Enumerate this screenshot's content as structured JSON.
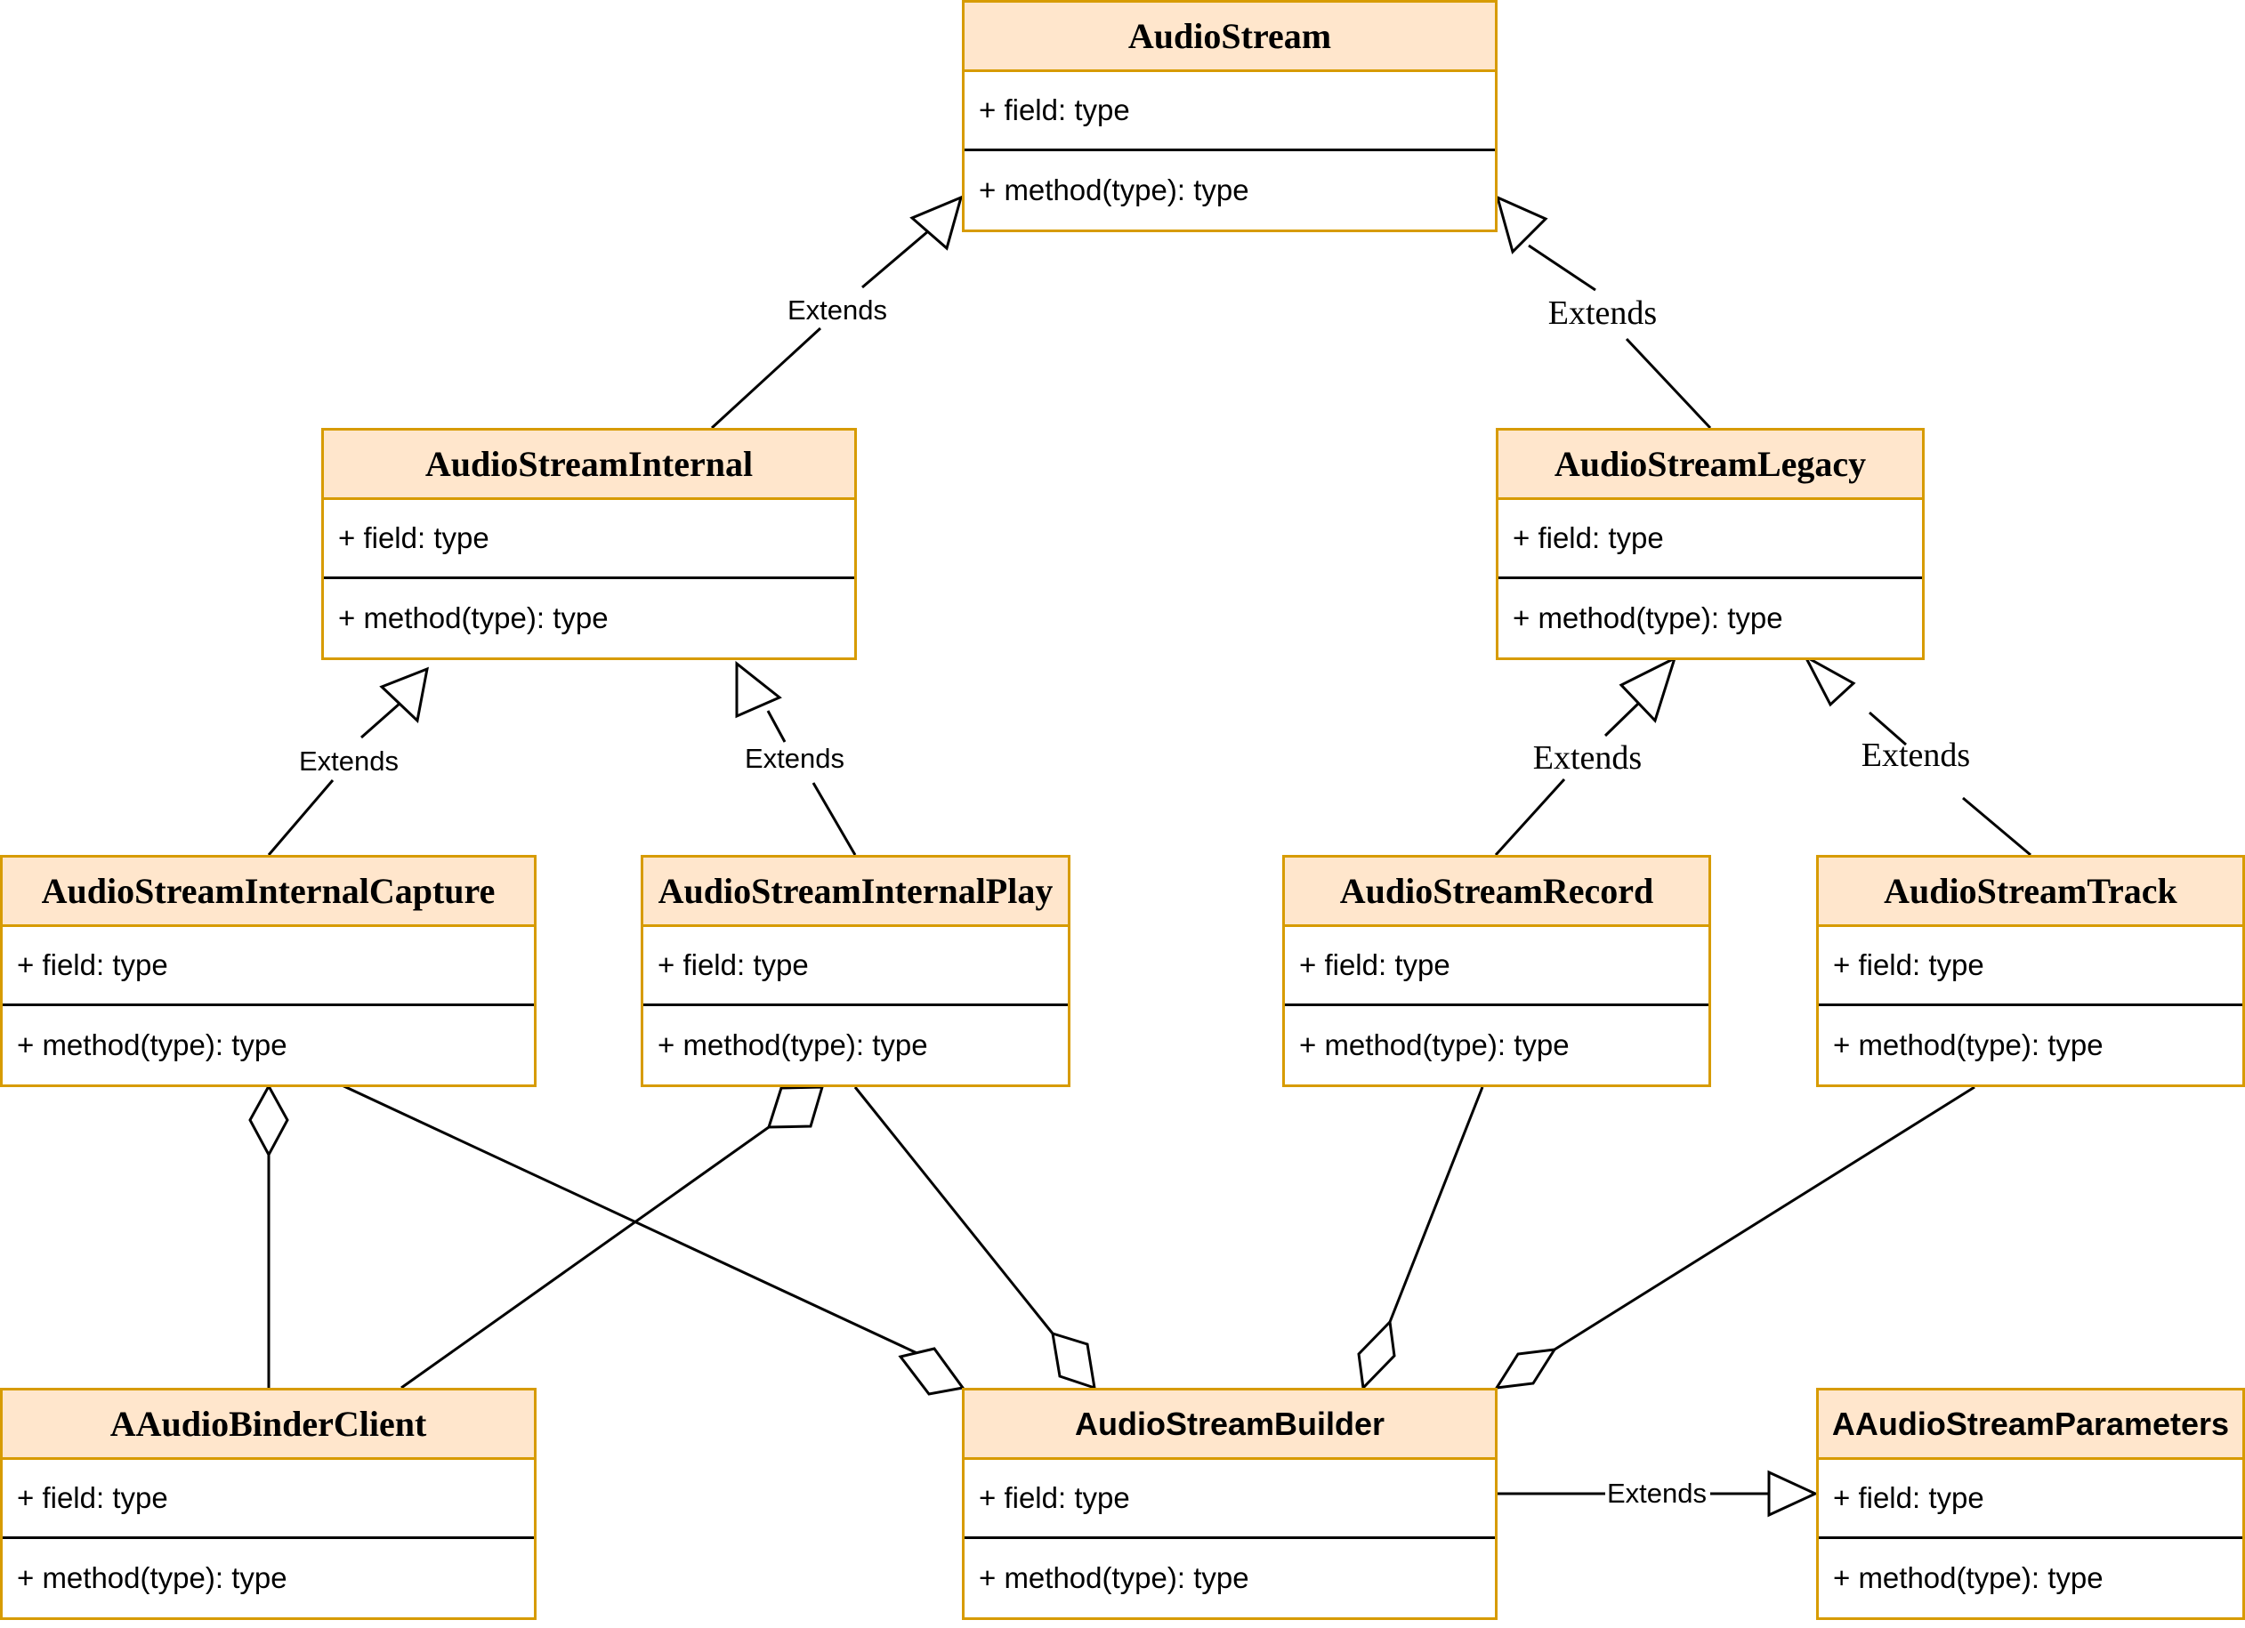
{
  "classes": [
    {
      "id": "audiostream",
      "name": "AudioStream",
      "field": "+ field: type",
      "method": "+ method(type): type"
    },
    {
      "id": "audiostreaminternal",
      "name": "AudioStreamInternal",
      "field": "+ field: type",
      "method": "+ method(type): type"
    },
    {
      "id": "audiostreamlegacy",
      "name": "AudioStreamLegacy",
      "field": "+ field: type",
      "method": "+ method(type): type"
    },
    {
      "id": "audiostreaminternalcapture",
      "name": "AudioStreamInternalCapture",
      "field": "+ field: type",
      "method": "+ method(type): type"
    },
    {
      "id": "audiostreaminternalplay",
      "name": "AudioStreamInternalPlay",
      "field": "+ field: type",
      "method": "+ method(type): type"
    },
    {
      "id": "audiostreamrecord",
      "name": "AudioStreamRecord",
      "field": "+ field: type",
      "method": "+ method(type): type"
    },
    {
      "id": "audiostreamtrack",
      "name": "AudioStreamTrack",
      "field": "+ field: type",
      "method": "+ method(type): type"
    },
    {
      "id": "aaudiobinderclient",
      "name": "AAudioBinderClient",
      "field": "+ field: type",
      "method": "+ method(type): type"
    },
    {
      "id": "audiostreambuilder",
      "name": "AudioStreamBuilder",
      "field": "+ field: type",
      "method": "+ method(type): type"
    },
    {
      "id": "aaudiostreamparameters",
      "name": "AAudioStreamParameters",
      "field": "+ field: type",
      "method": "+ method(type): type"
    }
  ],
  "relations": [
    {
      "type": "extends",
      "from": "AudioStreamInternal",
      "to": "AudioStream",
      "label": "Extends"
    },
    {
      "type": "extends",
      "from": "AudioStreamLegacy",
      "to": "AudioStream",
      "label": "Extends"
    },
    {
      "type": "extends",
      "from": "AudioStreamInternalCapture",
      "to": "AudioStreamInternal",
      "label": "Extends"
    },
    {
      "type": "extends",
      "from": "AudioStreamInternalPlay",
      "to": "AudioStreamInternal",
      "label": "Extends"
    },
    {
      "type": "extends",
      "from": "AudioStreamRecord",
      "to": "AudioStreamLegacy",
      "label": "Extends"
    },
    {
      "type": "extends",
      "from": "AudioStreamTrack",
      "to": "AudioStreamLegacy",
      "label": "Extends"
    },
    {
      "type": "extends",
      "from": "AudioStreamBuilder",
      "to": "AAudioStreamParameters",
      "label": "Extends"
    },
    {
      "type": "aggregation",
      "whole": "AudioStreamInternalCapture",
      "part": "AAudioBinderClient"
    },
    {
      "type": "aggregation",
      "whole": "AudioStreamInternalPlay",
      "part": "AAudioBinderClient"
    },
    {
      "type": "aggregation",
      "whole": "AudioStreamBuilder",
      "part": "AudioStreamInternalCapture"
    },
    {
      "type": "aggregation",
      "whole": "AudioStreamBuilder",
      "part": "AudioStreamInternalPlay"
    },
    {
      "type": "aggregation",
      "whole": "AudioStreamBuilder",
      "part": "AudioStreamRecord"
    },
    {
      "type": "aggregation",
      "whole": "AudioStreamBuilder",
      "part": "AudioStreamTrack"
    }
  ]
}
